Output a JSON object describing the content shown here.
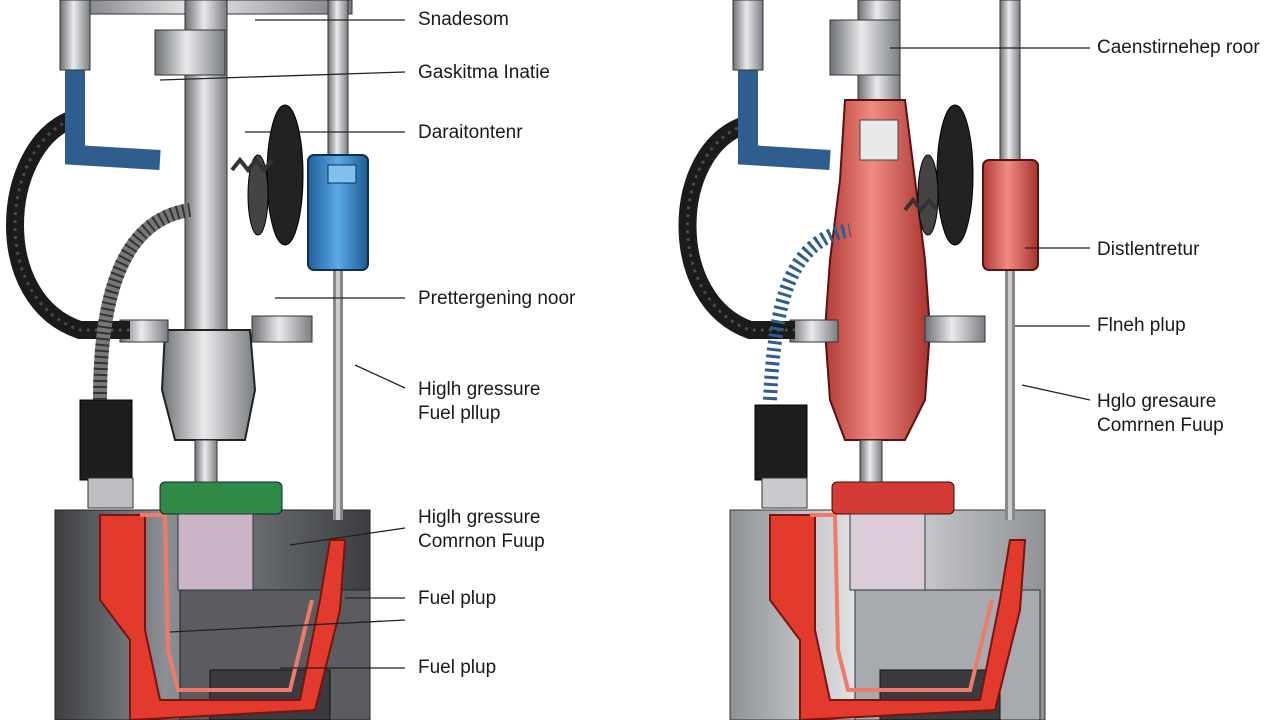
{
  "left_labels": [
    {
      "id": "l1",
      "lines": [
        "Snadesom"
      ]
    },
    {
      "id": "l2",
      "lines": [
        "Gaskitma Inatie"
      ]
    },
    {
      "id": "l3",
      "lines": [
        "Daraitontenr"
      ]
    },
    {
      "id": "l4",
      "lines": [
        "Prettergening noor"
      ]
    },
    {
      "id": "l5",
      "lines": [
        "Higlh gressure",
        "Fuel pllup"
      ]
    },
    {
      "id": "l6",
      "lines": [
        "Higlh gressure",
        "Comrnon Fuup"
      ]
    },
    {
      "id": "l7",
      "lines": [
        "Fuel plup"
      ]
    },
    {
      "id": "l8",
      "lines": [
        "Fuel plup"
      ]
    }
  ],
  "right_labels": [
    {
      "id": "r1",
      "lines": [
        "Caenstirnehep roor"
      ]
    },
    {
      "id": "r2",
      "lines": [
        "Distlentretur"
      ]
    },
    {
      "id": "r3",
      "lines": [
        "Flneh plup"
      ]
    },
    {
      "id": "r4",
      "lines": [
        "Hglo gresaure",
        "Comrnen Fuup"
      ]
    }
  ],
  "colors": {
    "left_pump_body": "#b9bcc0",
    "left_sensor": "#3f8fd0",
    "left_cap": "#2f8a45",
    "right_pump_body": "#d9645e",
    "right_cap": "#d43a36",
    "fuel_channel": "#e23a2c",
    "hose": "#1b1b1b",
    "blue_pipe": "#2f5e8e"
  }
}
